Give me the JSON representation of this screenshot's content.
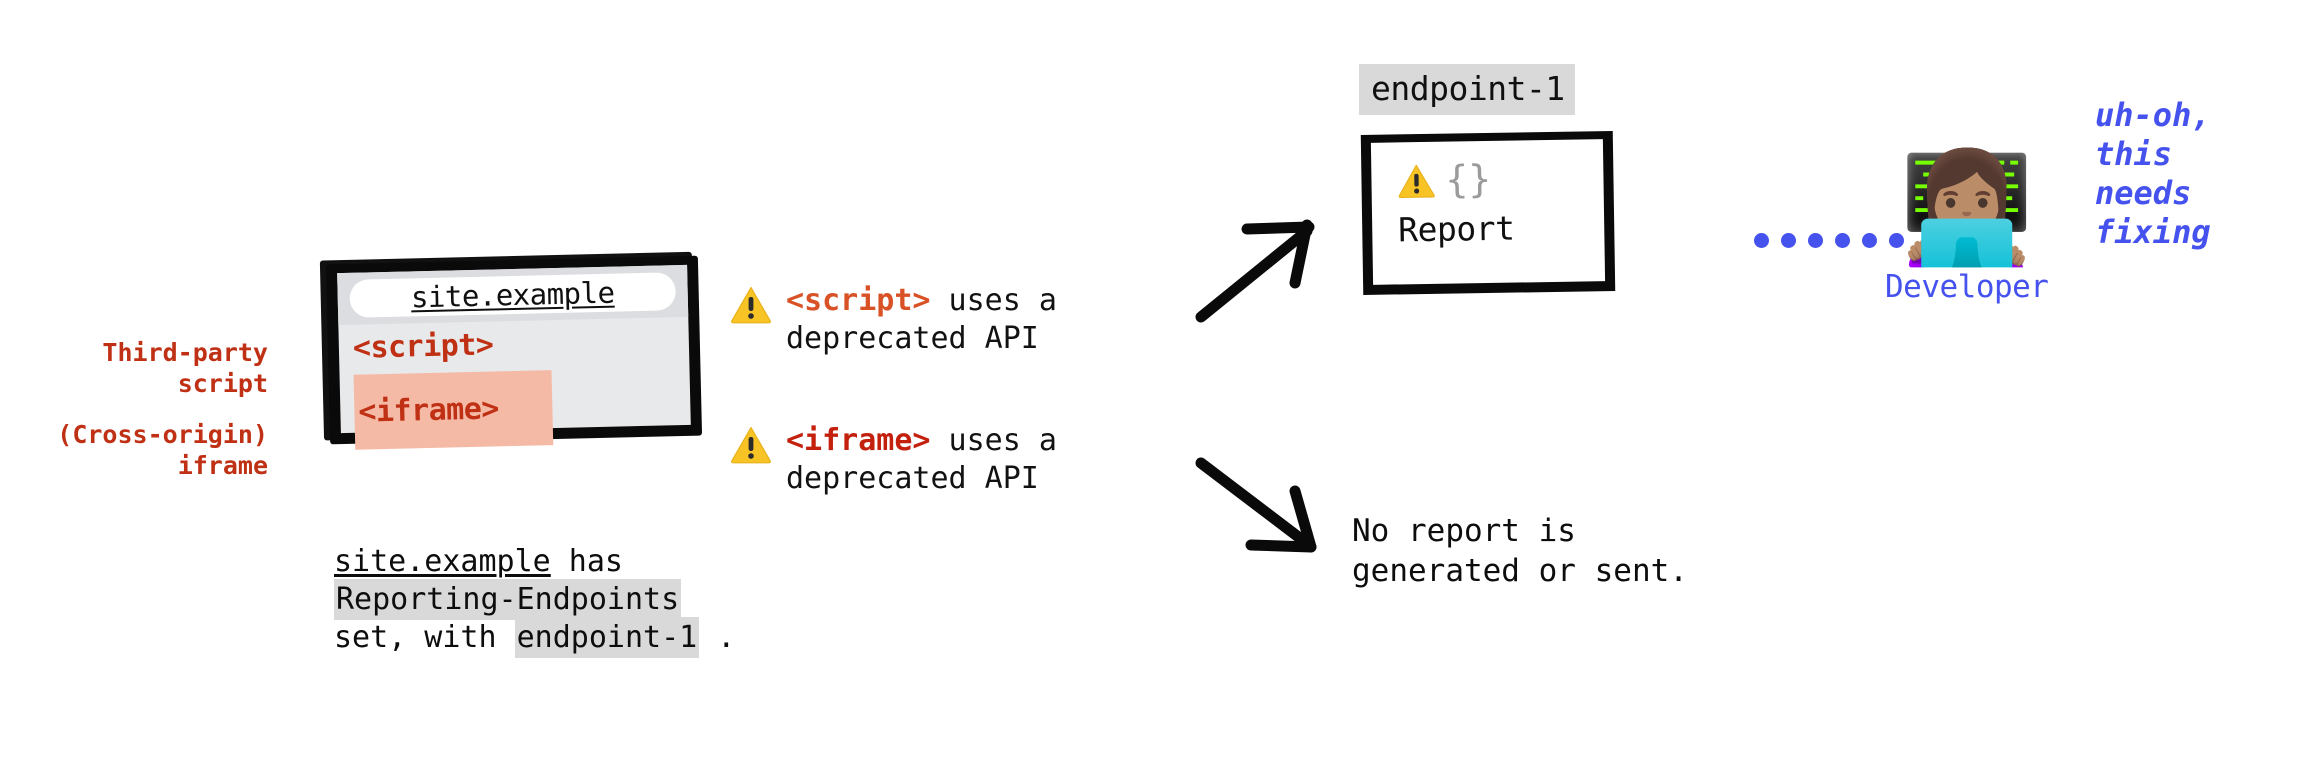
{
  "colors": {
    "brand_red": "#BF3014",
    "tag_orange": "#D95226",
    "tag_red": "#C4200E",
    "dev_blue": "#4552EE",
    "iframe_highlight": "#F5BAA6",
    "chip_gray": "#d9d9d9",
    "frame_black": "#0a0a0a"
  },
  "left_labels": {
    "third_party_script": "Third-party\nscript",
    "cross_origin_iframe": "(Cross-origin)\niframe"
  },
  "browser": {
    "url": "site.example",
    "code_script": "<script>",
    "code_iframe": "<iframe>"
  },
  "browser_caption": {
    "line1_a": "site.example",
    "line1_b": " has",
    "line2": "Reporting-Endpoints",
    "line3_a": "set, with ",
    "line3_chip": "endpoint-1",
    "line3_b": " ."
  },
  "warnings": [
    {
      "icon": "warning-triangle-icon",
      "tag": "<script>",
      "rest": " uses a",
      "line2": "deprecated API"
    },
    {
      "icon": "warning-triangle-icon",
      "tag": "<iframe>",
      "rest": " uses a",
      "line2": "deprecated API"
    }
  ],
  "endpoint": {
    "chip_label": "endpoint-1",
    "report_label": "Report",
    "braces": "{}",
    "icon": "warning-triangle-icon"
  },
  "no_report": {
    "line1": "No report is",
    "line2": "generated or sent."
  },
  "connector": {
    "dot_count": 6,
    "color": "#4552EE"
  },
  "developer": {
    "emoji": "👩🏽‍💻",
    "emoji_name": "woman-technologist-icon",
    "label": "Developer",
    "thought_line1": "uh-oh,",
    "thought_line2": "this",
    "thought_line3": "needs",
    "thought_line4": "fixing"
  },
  "arrows": {
    "up_arrow_name": "arrow-up-right-to-report",
    "down_arrow_name": "arrow-down-right-to-no-report"
  }
}
